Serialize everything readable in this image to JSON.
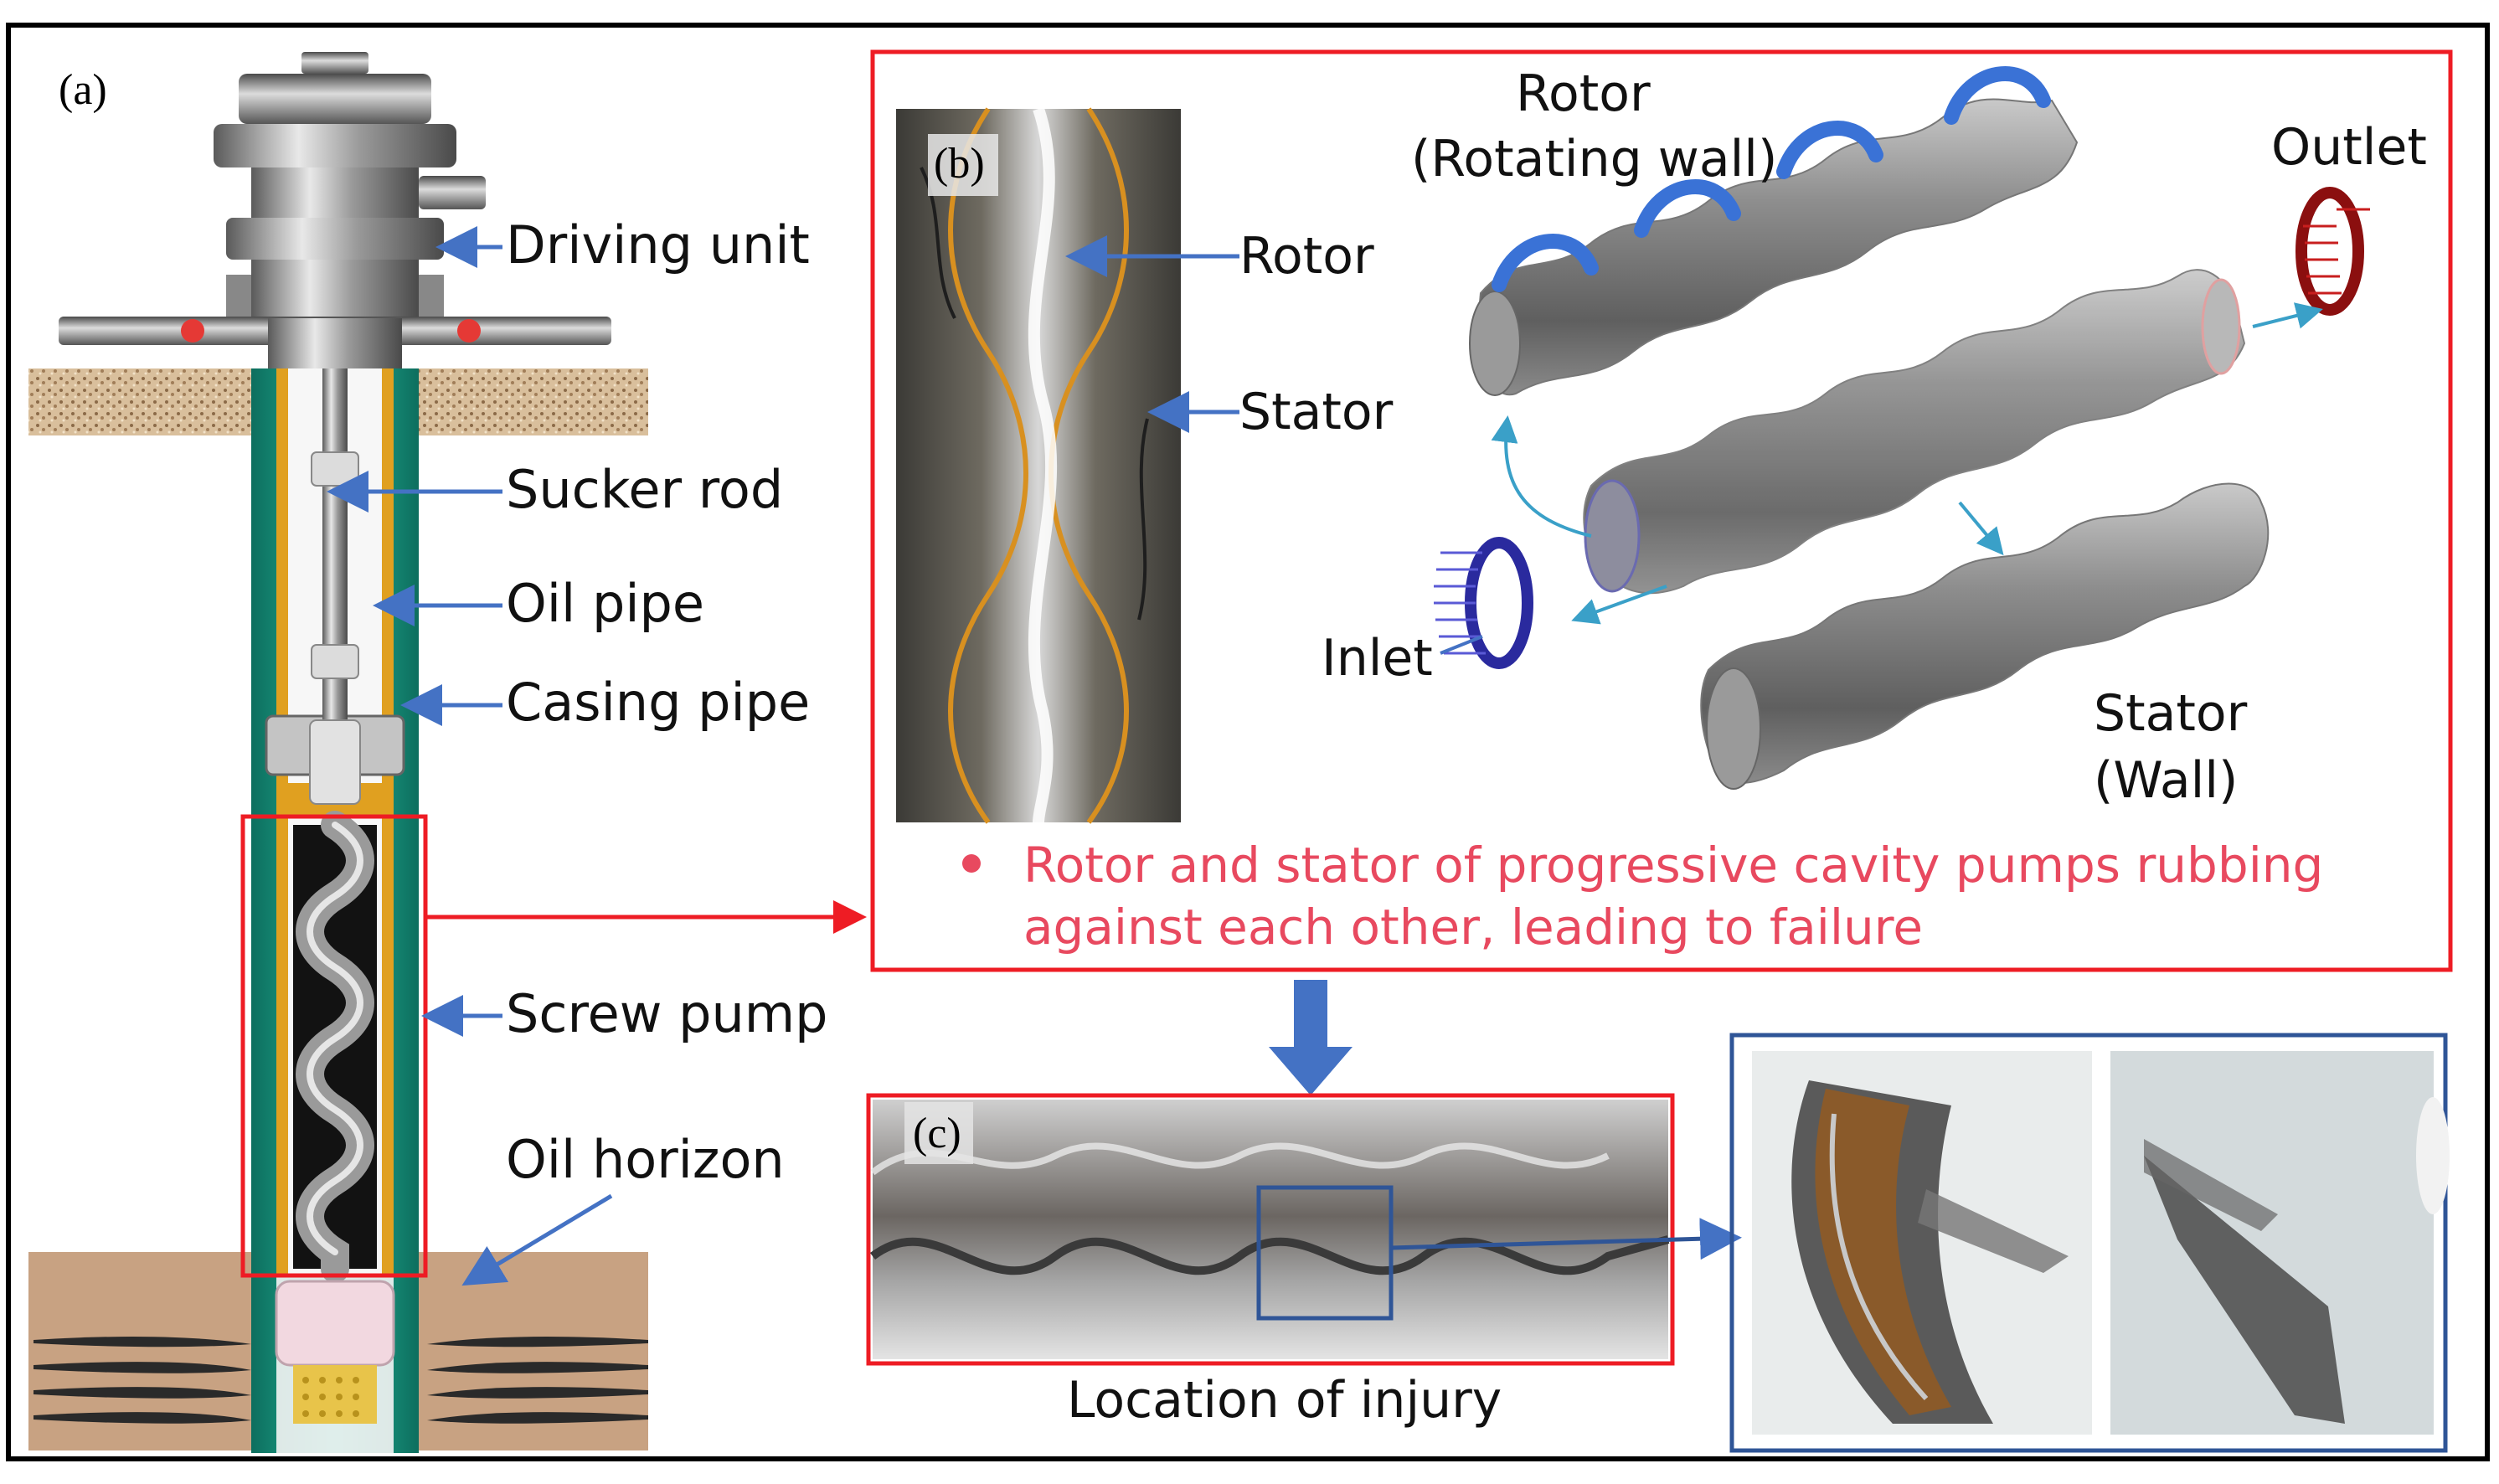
{
  "panels": {
    "a": {
      "letter": "(a)",
      "labels": {
        "driving_unit": "Driving unit",
        "sucker_rod": "Sucker rod",
        "oil_pipe": "Oil pipe",
        "casing_pipe": "Casing pipe",
        "screw_pump": "Screw pump",
        "oil_horizon": "Oil horizon"
      }
    },
    "b": {
      "letter": "(b)",
      "labels": {
        "rotor_photo": "Rotor",
        "stator_photo": "Stator",
        "rotor_line1": "Rotor",
        "rotor_line2": "(Rotating wall)",
        "outlet": "Outlet",
        "inlet": "Inlet",
        "stator_line1": "Stator",
        "stator_line2": "(Wall)"
      },
      "caption": {
        "bullet": "●",
        "line1": "Rotor and stator of progressive cavity pumps rubbing",
        "line2": "against each other, leading to failure"
      }
    },
    "c": {
      "letter": "(c)",
      "caption": "Location of injury"
    }
  },
  "colors": {
    "frame": "#000000",
    "highlight_red": "#ee1c24",
    "arrow_blue": "#4472c4",
    "inset_blue": "#2f5597",
    "caption_red": "#e8495f",
    "pipe_green": "#1a9e86",
    "pipe_orange": "#e0a020",
    "ground_brown": "#c8a282"
  }
}
